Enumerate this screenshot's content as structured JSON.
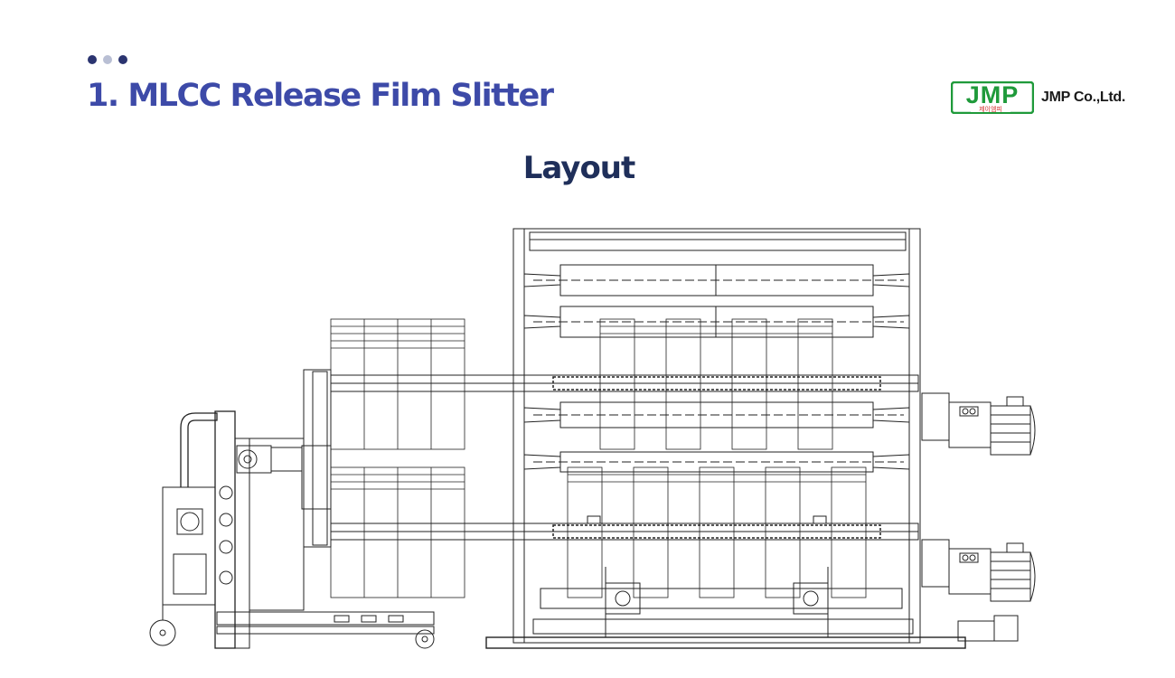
{
  "header": {
    "title": "1.  MLCC Release Film Slitter",
    "dots": [
      "#2b3470",
      "#b9bfd4",
      "#2b3470"
    ]
  },
  "logo": {
    "mark": "JMP",
    "korean": "제이엠피",
    "company": "JMP Co.,Ltd.",
    "color": "#1f9a3a"
  },
  "section": {
    "title": "Layout"
  },
  "drawing": {
    "icon": "machine-layout-drawing"
  }
}
